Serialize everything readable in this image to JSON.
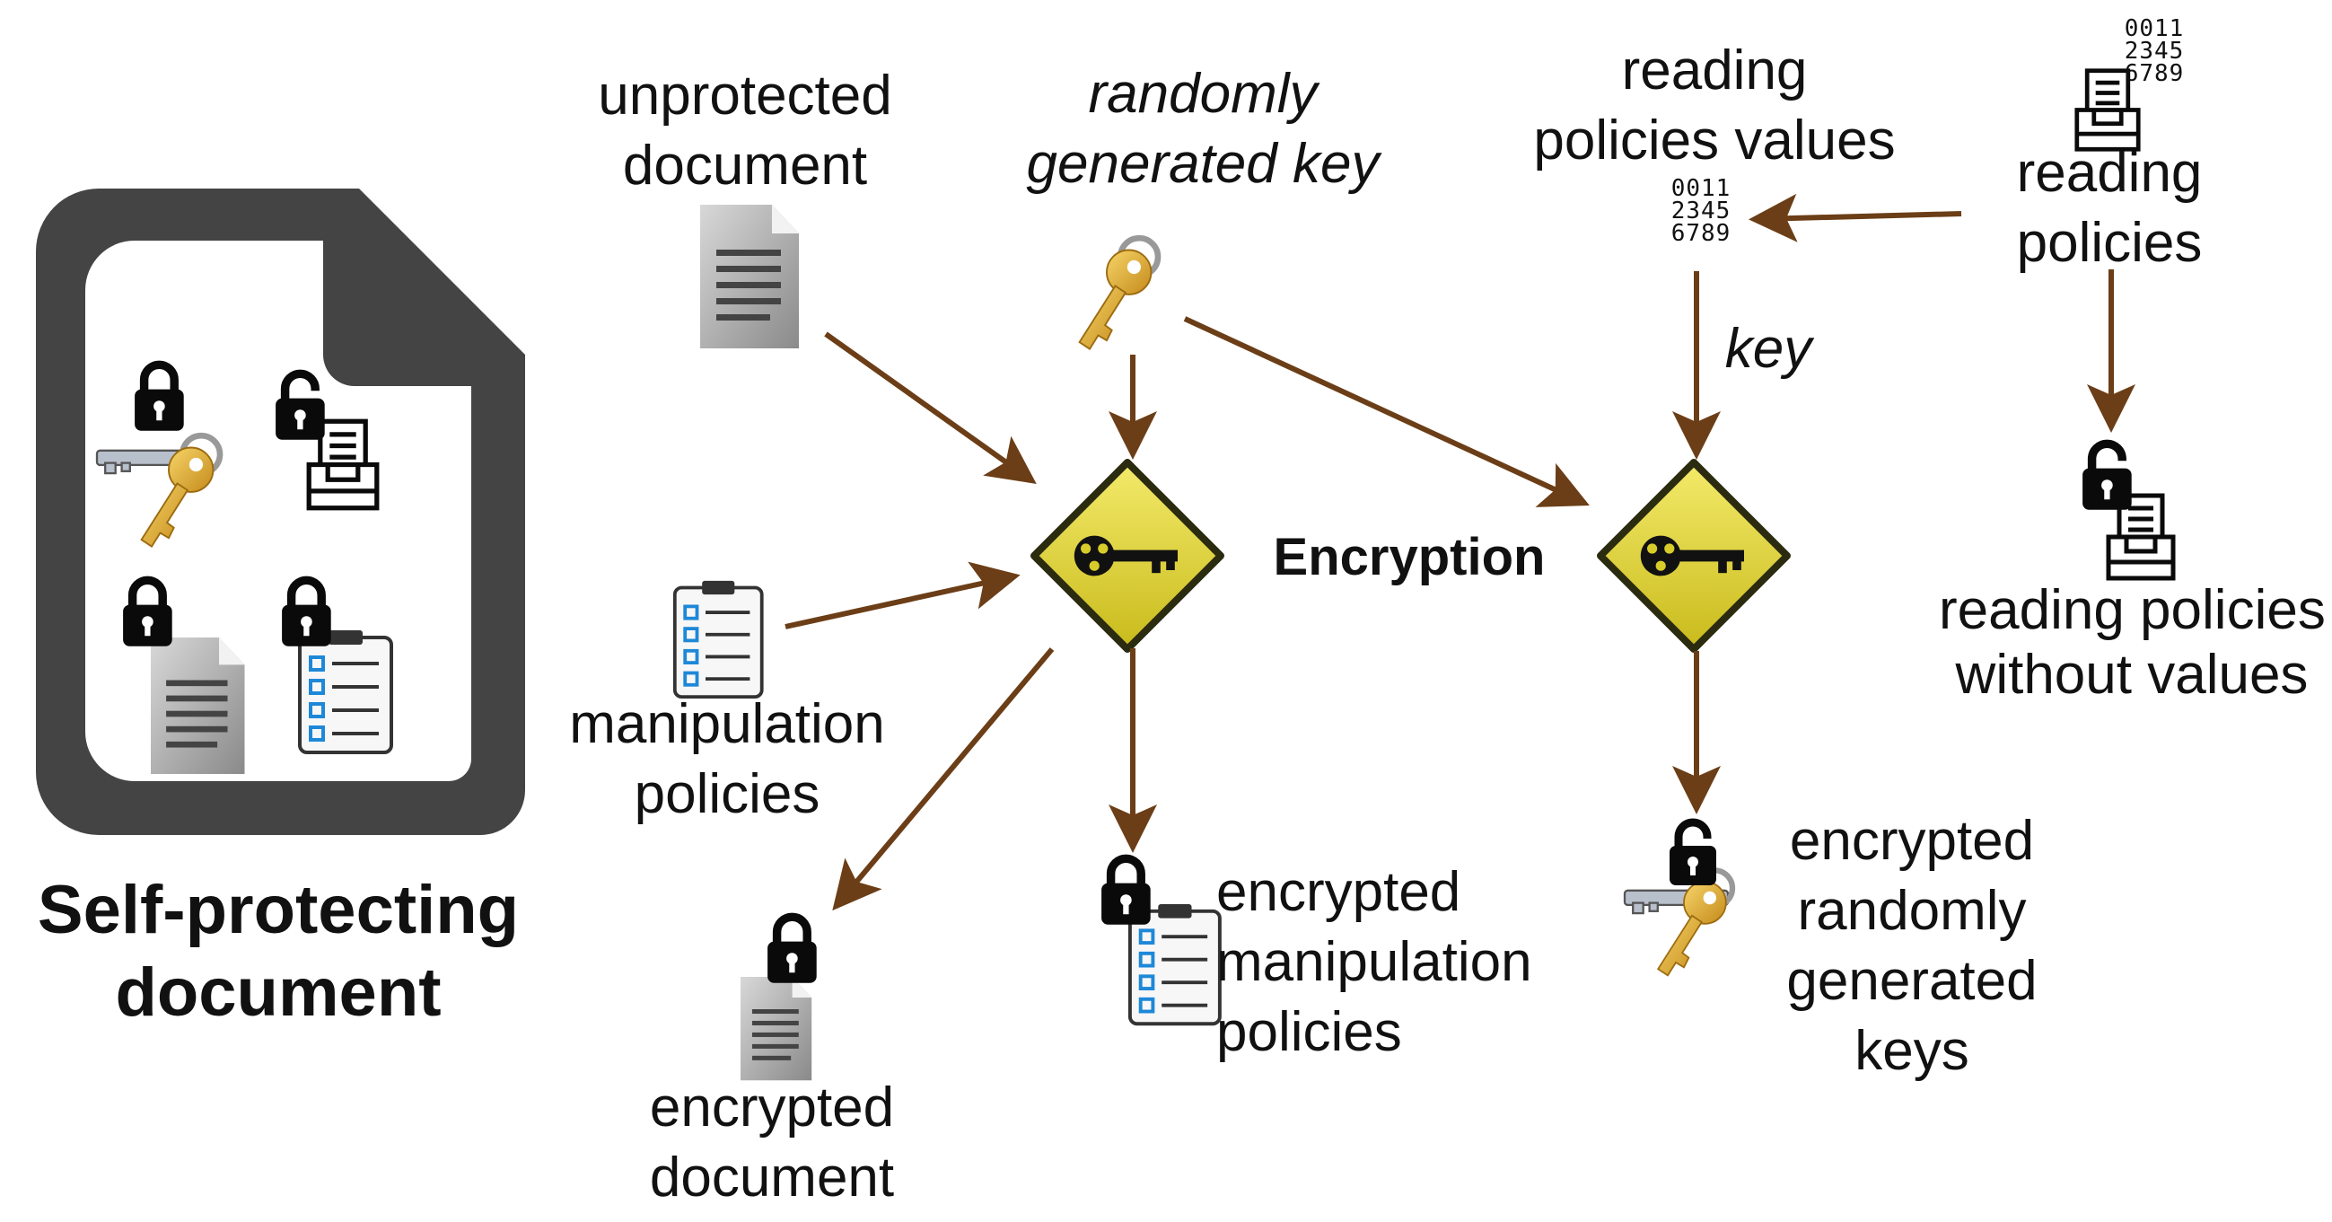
{
  "labels": {
    "self_protecting": [
      "Self-protecting",
      "document"
    ],
    "unprotected_document": [
      "unprotected",
      "document"
    ],
    "random_key": [
      "randomly",
      "generated key"
    ],
    "reading_values": [
      "reading",
      "policies values"
    ],
    "reading_policies": [
      "reading",
      "policies"
    ],
    "key": "key",
    "encryption": "Encryption",
    "manipulation_policies": [
      "manipulation",
      "policies"
    ],
    "reading_without_values": [
      "reading policies",
      "without values"
    ],
    "encrypted_document": [
      "encrypted",
      "document"
    ],
    "encrypted_manipulation": [
      "encrypted",
      "manipulation",
      "policies"
    ],
    "encrypted_keys": [
      "encrypted",
      "randomly",
      "generated",
      "keys"
    ]
  },
  "value_grid": [
    "0011",
    "2345",
    "6789"
  ],
  "colors": {
    "arrow": "#6b3e17",
    "diamond": "#d8cc2a",
    "diamond_border": "#2b2b10",
    "file_outline": "#444444",
    "key_gold": "#d9a62a",
    "lock": "#0a0a0a"
  },
  "icons": [
    "document-icon",
    "key-icon",
    "lock-icon",
    "unlock-icon",
    "inbox-tray-icon",
    "checklist-icon",
    "encryption-diamond-icon",
    "number-grid-icon"
  ]
}
